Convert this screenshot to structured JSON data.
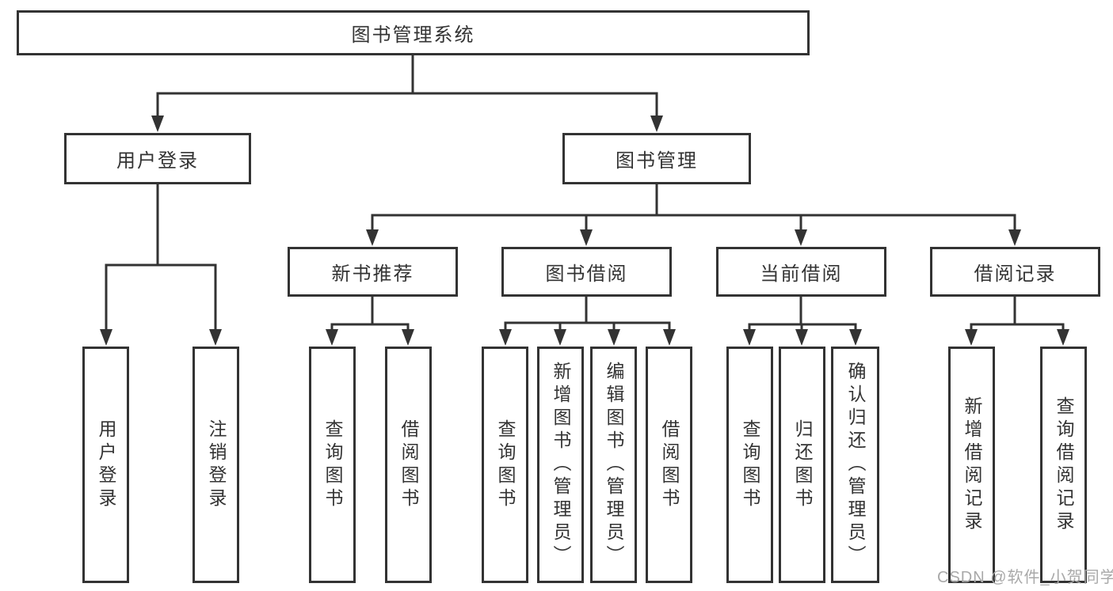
{
  "diagram": {
    "tree": {
      "label": "图书管理系统",
      "children": [
        {
          "label": "用户登录",
          "children": [
            {
              "label": "用户登录"
            },
            {
              "label": "注销登录"
            }
          ]
        },
        {
          "label": "图书管理",
          "children": [
            {
              "label": "新书推荐",
              "children": [
                {
                  "label": "查询图书"
                },
                {
                  "label": "借阅图书"
                }
              ]
            },
            {
              "label": "图书借阅",
              "children": [
                {
                  "label": "查询图书"
                },
                {
                  "label": "新增图书（管理员）"
                },
                {
                  "label": "编辑图书（管理员）"
                },
                {
                  "label": "借阅图书"
                }
              ]
            },
            {
              "label": "当前借阅",
              "children": [
                {
                  "label": "查询图书"
                },
                {
                  "label": "归还图书"
                },
                {
                  "label": "确认归还（管理员）"
                }
              ]
            },
            {
              "label": "借阅记录",
              "children": [
                {
                  "label": "新增借阅记录"
                },
                {
                  "label": "查询借阅记录"
                }
              ]
            }
          ]
        }
      ]
    }
  },
  "watermark": {
    "text": "CSDN @软件_小贺同学",
    "color": "#a9a9a9"
  },
  "colors": {
    "line": "#333333",
    "box_border": "#333333",
    "text": "#333333",
    "background": "#ffffff"
  }
}
